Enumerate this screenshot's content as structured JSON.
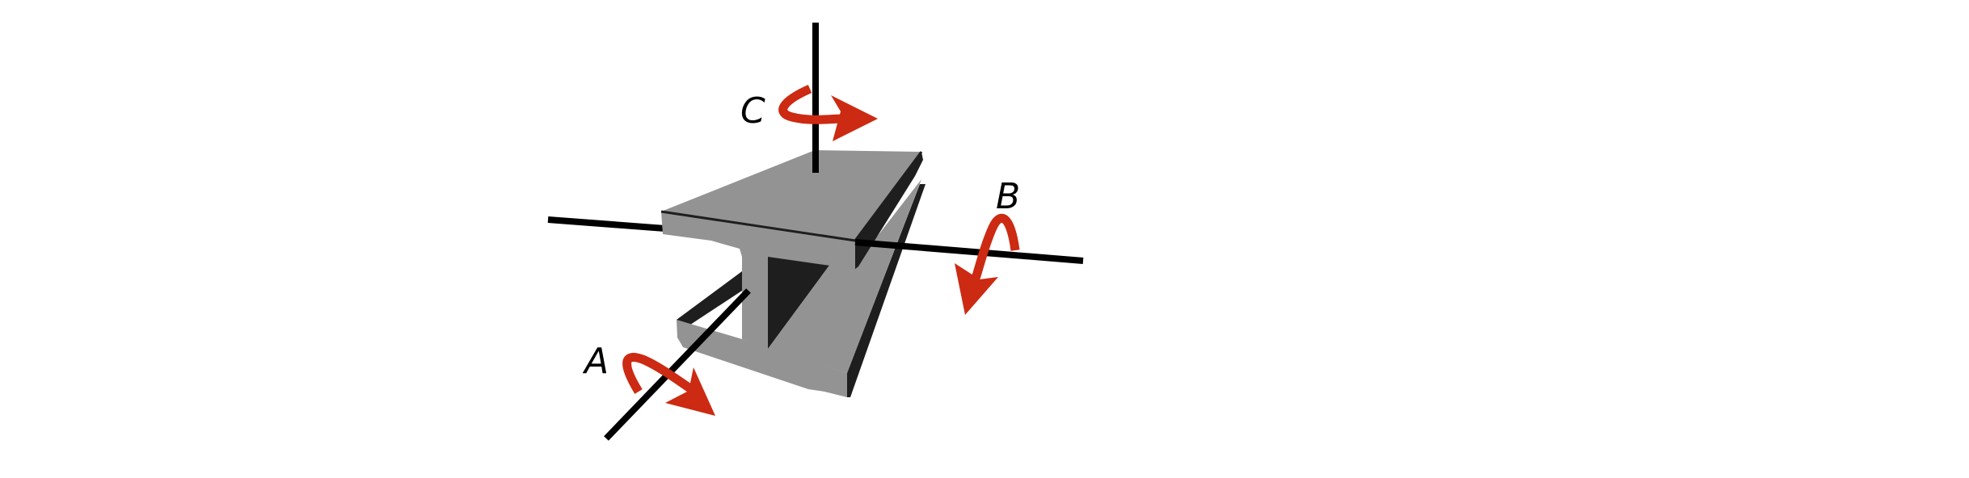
{
  "diagram": {
    "axis_labels": {
      "a": "A",
      "b": "B",
      "c": "C"
    },
    "colors": {
      "arrow": "#cc2a12",
      "axis": "#000000",
      "beam_face": "#939393",
      "beam_shadow": "#1e1e1e",
      "background": "#ffffff"
    }
  }
}
